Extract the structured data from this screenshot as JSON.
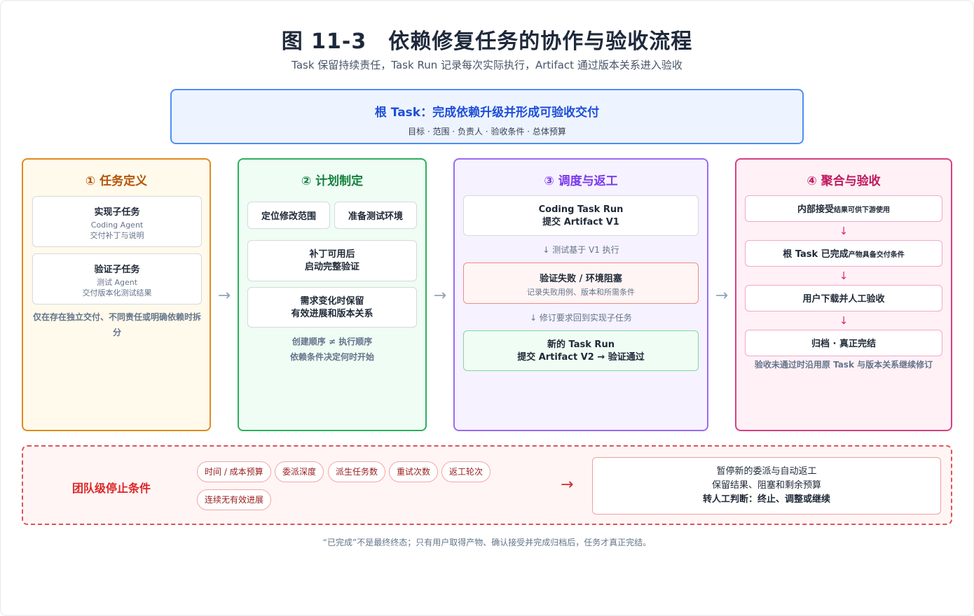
{
  "title": "图 11-3　依赖修复任务的协作与验收流程",
  "subtitle": "Task 保留持续责任，Task Run 记录每次实际执行，Artifact 通过版本关系进入验收",
  "root": {
    "title": "根 Task：完成依赖升级并形成可验收交付",
    "sub": "目标 · 范围 · 负责人 · 验收条件 · 总体预算"
  },
  "col1": {
    "title": "① 任务定义",
    "card1": {
      "title": "实现子任务",
      "line1": "Coding Agent",
      "line2": "交付补丁与说明"
    },
    "card2": {
      "title": "验证子任务",
      "line1": "测试 Agent",
      "line2": "交付版本化测试结果"
    },
    "note": "仅在存在独立交付、不同责任或明确依赖时拆分"
  },
  "col2": {
    "title": "② 计划制定",
    "card_a": "定位修改范围",
    "card_b": "准备测试环境",
    "card_c1": "补丁可用后",
    "card_c2": "启动完整验证",
    "card_d1": "需求变化时保留",
    "card_d2": "有效进展和版本关系",
    "note1": "创建顺序 ≠ 执行顺序",
    "note2": "依赖条件决定何时开始"
  },
  "col3": {
    "title": "③ 调度与返工",
    "run1_l1": "Coding Task Run",
    "run1_l2": "提交 Artifact V1",
    "step1": "↓ 测试基于 V1 执行",
    "fail_title": "验证失败 / 环境阻塞",
    "fail_sub": "记录失败用例、版本和所需条件",
    "step2": "↓ 修订要求回到实现子任务",
    "run2_l1": "新的 Task Run",
    "run2_l2": "提交 Artifact V2 → 验证通过"
  },
  "col4": {
    "title": "④ 聚合与验收",
    "s1_main": "内部接受",
    "s1_small": "结果可供下游使用",
    "s2_main": "根 Task 已完成",
    "s2_small": "产物具备交付条件",
    "s3": "用户下载并人工验收",
    "s4": "归档 · 真正完结",
    "note": "验收未通过时沿用原 Task 与版本关系继续修订",
    "arrow": "↓"
  },
  "flow_arrow": "→",
  "stop": {
    "label": "团队级停止条件",
    "chips": [
      "时间 / 成本预算",
      "委派深度",
      "派生任务数",
      "重试次数",
      "返工轮次",
      "连续无有效进展"
    ],
    "arrow": "→",
    "line1": "暂停新的委派与自动返工",
    "line2": "保留结果、阻塞和剩余预算",
    "line3": "转人工判断：终止、调整或继续"
  },
  "footer": "“已完成”不是最终终态；只有用户取得产物、确认接受并完成归档后，任务才真正完结。",
  "colors": {
    "c1": "#e08a1e",
    "c2": "#2fae5f",
    "c3": "#9b6cf0",
    "c4": "#d63f85",
    "stop": "#e05252",
    "root": "#4f8ef7"
  }
}
